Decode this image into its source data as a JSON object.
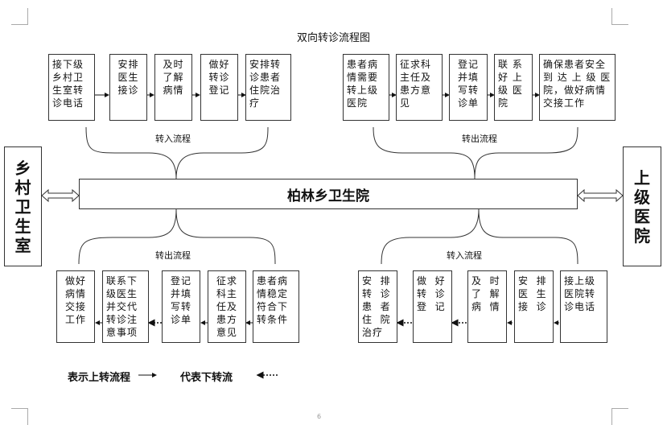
{
  "title": "双向转诊流程图",
  "center": {
    "label": "柏林乡卫生院"
  },
  "left_side": {
    "label": "乡村卫生室"
  },
  "right_side": {
    "label": "上级医院"
  },
  "top_left": {
    "flow_label": "转入流程",
    "arrow_style": "solid",
    "boxes": [
      "接下级\n乡村卫\n生室转\n诊电话",
      "安排\n医生\n接诊",
      "及时\n了解\n病情",
      "做好\n转诊\n登记",
      "安排转\n诊患者\n住院治\n疗"
    ]
  },
  "top_right": {
    "flow_label": "转出流程",
    "arrow_style": "solid",
    "boxes": [
      "患者病\n情需要\n转上级\n医院",
      "征求科\n主任及\n患方意\n见",
      "登记\n并填\n写转\n诊单",
      "联 系\n好 上\n级 医\n院",
      "确保患者安全\n到 达 上 级 医\n院，做好病情\n交接工作"
    ]
  },
  "bottom_left": {
    "flow_label": "转出流程",
    "arrow_style": "mixed",
    "boxes": [
      "做好\n病情\n交接\n工作",
      "联系下\n级医生\n并交代\n转诊注\n意事项",
      "登记\n并填\n写转\n诊单",
      "征求\n科主\n任及\n患方\n意见",
      "患者病\n情稳定\n符合下\n转条件"
    ]
  },
  "bottom_right": {
    "flow_label": "转入流程",
    "arrow_style": "mixed",
    "boxes": [
      "安  排\n转  诊\n患  者\n住  院\n治疗",
      "做  好\n转  诊\n登  记",
      "及  时\n了  解\n病  情",
      "安  排\n医  生\n接  诊",
      "接上级\n医院转\n诊电话"
    ]
  },
  "legend": {
    "upward_label": "表示上转流程",
    "downward_label": "代表下转流"
  },
  "page_number": "6"
}
